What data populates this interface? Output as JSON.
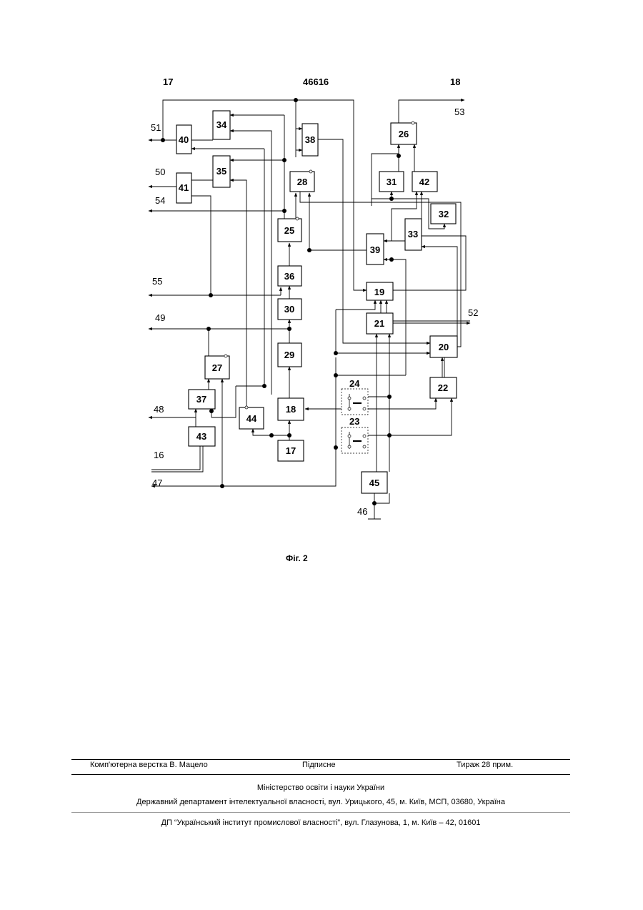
{
  "header": {
    "left": "17",
    "center": "46616",
    "right": "18"
  },
  "figure": {
    "caption": "Фіг. 2",
    "blocks": [
      "17",
      "18",
      "19",
      "20",
      "21",
      "22",
      "25",
      "26",
      "27",
      "28",
      "29",
      "30",
      "31",
      "32",
      "33",
      "34",
      "35",
      "36",
      "37",
      "38",
      "39",
      "40",
      "41",
      "42",
      "43",
      "44",
      "45"
    ],
    "switches": [
      "24",
      "23"
    ],
    "terminals": [
      "51",
      "50",
      "54",
      "55",
      "49",
      "48",
      "16",
      "47",
      "53",
      "52",
      "46"
    ]
  },
  "footer": {
    "typesetting": "Комп'ютерна верстка В. Мацело",
    "signed": "Підписне",
    "circulation": "Тираж 28 прим.",
    "ministry": "Міністерство освіти і науки України",
    "department": "Державний департамент інтелектуальної власності, вул. Урицького, 45, м. Київ, МСП, 03680, Україна",
    "institute": "ДП “Український інститут промислової власності”, вул. Глазунова, 1, м. Київ – 42, 01601"
  }
}
